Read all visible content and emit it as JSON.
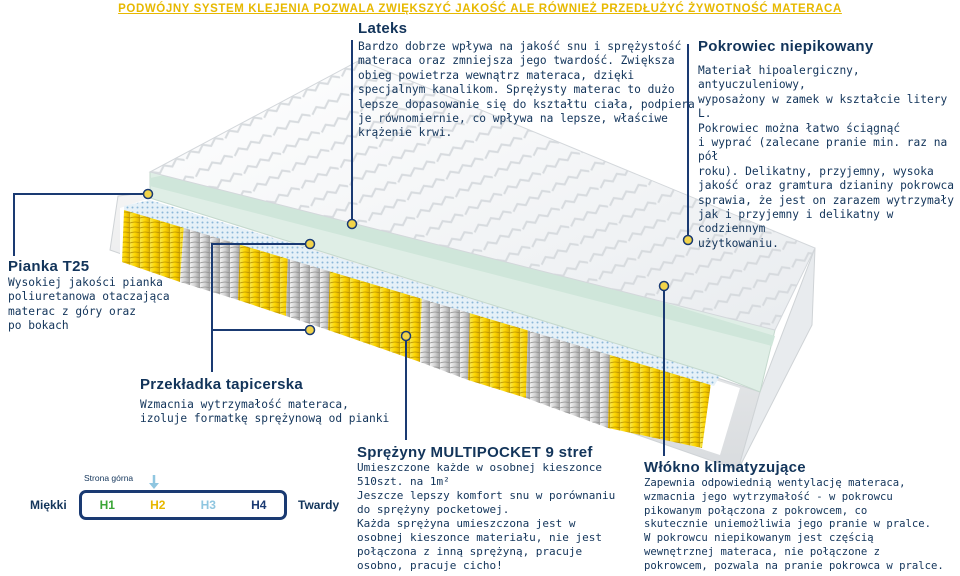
{
  "banner": "PODWÓJNY SYSTEM KLEJENIA POZWALA ZWIĘKSZYĆ JAKOŚĆ ALE RÓWNIEŻ PRZEDŁUŻYĆ ŻYWOTNOŚĆ MATERACA",
  "lateks": {
    "title": "Lateks",
    "lines": [
      "Bardzo dobrze wpływa na jakość snu i sprężystość",
      "materaca oraz zmniejsza jego twardość. Zwiększa",
      "obieg powietrza wewnątrz materaca, dzięki",
      "specjalnym kanalikom. Sprężysty materac to dużo",
      "lepsze dopasowanie się do kształtu ciała, podpiera",
      "je równomiernie, co wpływa na lepsze, właściwe",
      "krążenie krwi."
    ]
  },
  "pokrowiec": {
    "title": "Pokrowiec niepikowany",
    "lines": [
      "Materiał hipoalergiczny, antyuczuleniowy,",
      "wyposażony w zamek w kształcie litery L.",
      "Pokrowiec można łatwo ściągnąć",
      "i wyprać (zalecane pranie min. raz na pół",
      "roku). Delikatny, przyjemny, wysoka",
      "jakość oraz gramtura dzianiny pokrowca",
      "sprawia, że jest on zarazem wytrzymały",
      "jak i przyjemny i delikatny w codziennym",
      "użytkowaniu."
    ]
  },
  "pianka": {
    "title": "Pianka T25",
    "lines": [
      "Wysokiej jakości pianka",
      "poliuretanowa otaczająca",
      "materac z góry oraz",
      "po bokach"
    ]
  },
  "przekladka": {
    "title": "Przekładka tapicerska",
    "lines": [
      "Wzmacnia wytrzymałość materaca,",
      "izoluje formatkę sprężynową od pianki"
    ]
  },
  "sprezyny": {
    "title": "Sprężyny MULTIPOCKET 9 stref",
    "lines": [
      "Umieszczone każde w osobnej kieszonce",
      "510szt. na 1m²",
      "Jeszcze lepszy komfort snu w porównaniu",
      "do sprężyny pocketowej.",
      "Każda sprężyna umieszczona jest w",
      "osobnej kieszonce materiału, nie jest",
      "połączona z inną sprężyną, pracuje",
      "osobno, pracuje cicho!"
    ]
  },
  "wlokno": {
    "title": "Włókno klimatyzujące",
    "lines": [
      "Zapewnia odpowiednią wentylację materaca,",
      "wzmacnia jego wytrzymałość - w pokrowcu",
      "pikowanym połączona z pokrowcem, co",
      "skutecznie uniemożliwia jego pranie w pralce.",
      "W pokrowcu niepikowanym jest częścią",
      "wewnętrznej materaca, nie połączone z",
      "pokrowcem, pozwala na pranie pokrowca w pralce."
    ]
  },
  "hardness": {
    "strona": "Strona górna",
    "soft": "Miękki",
    "hard": "Twardy",
    "levels": [
      {
        "label": "H1",
        "color": "#3aa536"
      },
      {
        "label": "H2",
        "color": "#e7b800"
      },
      {
        "label": "H3",
        "color": "#8fc6e0"
      },
      {
        "label": "H4",
        "color": "#1a3a72"
      }
    ]
  },
  "colors": {
    "navy": "#12345a",
    "yellow": "#e7b800",
    "accent": "#1a3a72",
    "dot": "#f2d44a"
  }
}
